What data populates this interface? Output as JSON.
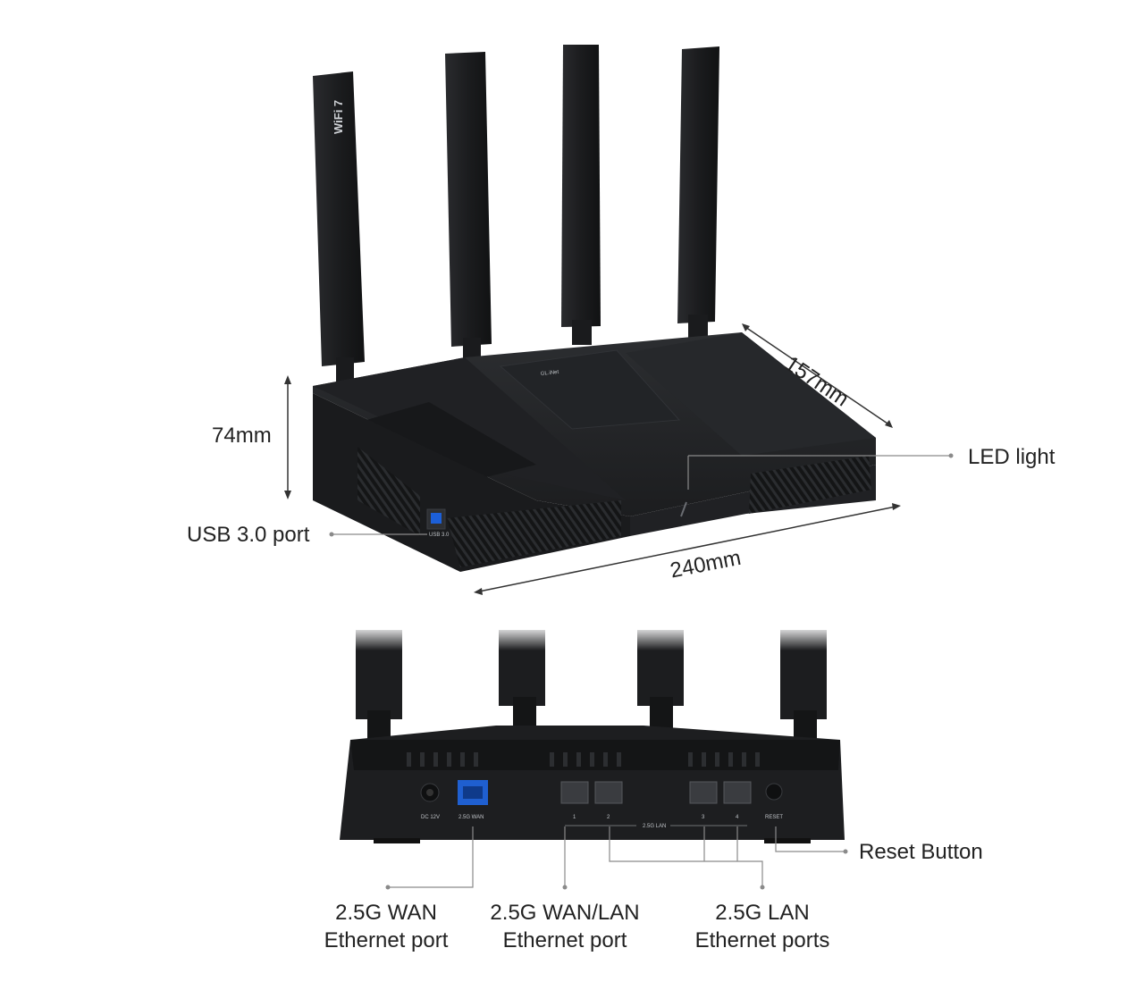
{
  "front_view": {
    "wifi_logo": "WiFi 7",
    "brand_logo": "GL.iNet",
    "usb_tag": "USB 3.0",
    "dims": {
      "height": "74mm",
      "depth": "157mm",
      "width": "240mm"
    },
    "callouts": {
      "usb": "USB 3.0 port",
      "led": "LED light"
    }
  },
  "rear_view": {
    "port_tags": {
      "dc": "DC 12V",
      "wan": "2.5G WAN",
      "lan_group": "2.5G LAN",
      "lan1": "1",
      "lan2": "2",
      "lan3": "3",
      "lan4": "4",
      "reset": "RESET"
    },
    "callouts": {
      "reset": "Reset Button",
      "wan_line1": "2.5G WAN",
      "wan_line2": "Ethernet port",
      "wanlan_line1": "2.5G WAN/LAN",
      "wanlan_line2": "Ethernet port",
      "lan_line1": "2.5G LAN",
      "lan_line2": "Ethernet ports"
    }
  },
  "colors": {
    "body": "#1b1c1e",
    "body_light": "#2e3033",
    "leader": "#888888",
    "wan_port": "#1f5fd0"
  }
}
